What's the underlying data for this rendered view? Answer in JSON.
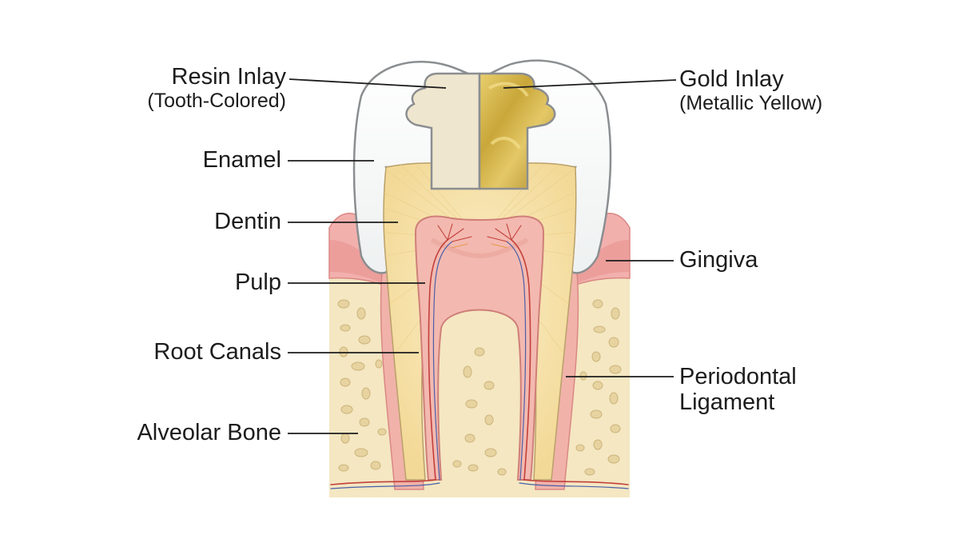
{
  "labels": {
    "resin_inlay": "Resin Inlay",
    "resin_inlay_sub": "(Tooth-Colored)",
    "gold_inlay": "Gold Inlay",
    "gold_inlay_sub": "(Metallic Yellow)",
    "enamel": "Enamel",
    "dentin": "Dentin",
    "pulp": "Pulp",
    "root_canals": "Root Canals",
    "alveolar_bone": "Alveolar Bone",
    "gingiva": "Gingiva",
    "periodontal_line1": "Periodontal",
    "periodontal_line2": "Ligament"
  },
  "colors": {
    "enamel": "#f4f6f6",
    "dentin": "#f7e3ad",
    "pulp": "#f2b6ae",
    "resin": "#efe6cf",
    "gold": "#c9a73a",
    "gingiva": "#f0a9a6",
    "bone": "#f3e6c0",
    "bone_spots": "#e6d3a2",
    "nerve_red": "#c2403a",
    "nerve_blue": "#4a5fa8"
  }
}
